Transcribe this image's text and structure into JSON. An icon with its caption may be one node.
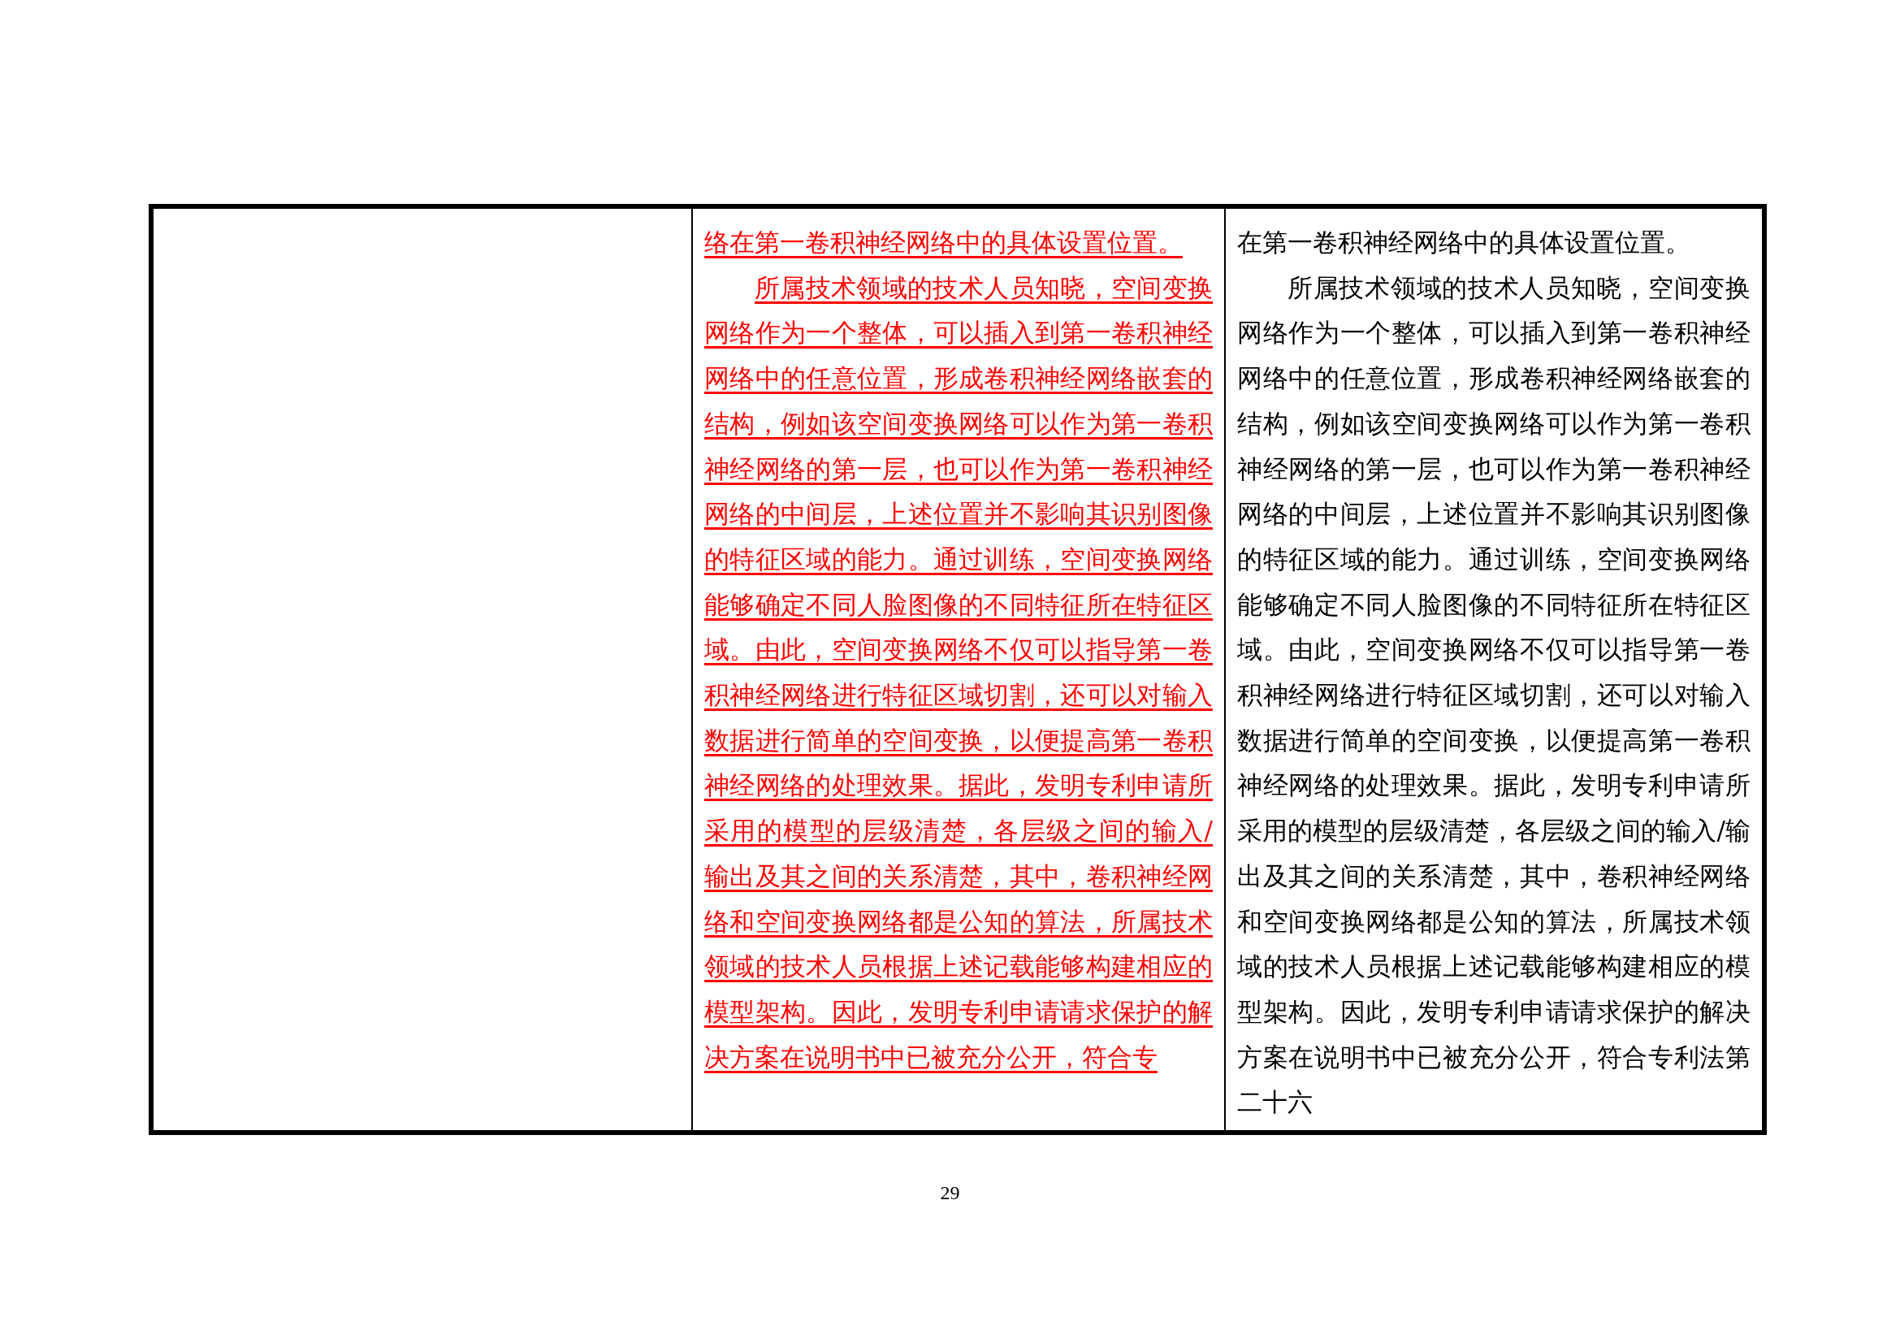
{
  "diagram": {
    "labels": [
      "络在第一卷积神经网络中的具体设置位置。",
      "所属技术领域的技术人员知晓，空间变换网络作为一个整体，可以插入到第一卷积神经网络中的任意位置，形成卷积神经网络嵌套的结构，例如该空间变换网络可以作为第一卷积神经网络的第一层，也可以作为第一卷积神经网络的中间层，上述位置并不影响其识别图像的特征区域的能力。通过训练，空间变换网络能够确定不同人脸图像的不同特征所在特征区域。由此，空间变换网络不仅可以指导第一卷积神经网络进行特征区域切割，还可以对输入数据进行简单的空间变换，以便提高第一卷积神经网络的处理效果。据此，发明专利申请所采用的模型的层级清楚，各层级之间的输入/输出及其之间的关系清楚，其中，卷积神经网络和空间变换网络都是公知的算法，所属技术领域的技术人员根据上述记载能够构建相应的模型架构。因此，发明专利申请请求保护的解决方案在说明书中已被充分公开，符合专",
      "在第一卷积神经网络中的具体设置位置。",
      "所属技术领域的技术人员知晓，空间变换网络作为一个整体，可以插入到第一卷积神经网络中的任意位置，形成卷积神经网络嵌套的结构，例如该空间变换网络可以作为第一卷积神经网络的第一层，也可以作为第一卷积神经网络的中间层，上述位置并不影响其识别图像的特征区域的能力。通过训练，空间变换网络能够确定不同人脸图像的不同特征所在特征区域。由此，空间变换网络不仅可以指导第一卷积神经网络进行特征区域切割，还可以对输入数据进行简单的空间变换，以便提高第一卷积神经网络的处理效果。据此，发明专利申请所采用的模型的层级清楚，各层级之间的输入/输出及其之间的关系清楚，其中，卷积神经网络和空间变换网络都是公知的算法，所属技术领域的技术人员根据上述记载能够构建相应的模型架构。因此，发明专利申请请求保护的解决方案在说明书中已被充分公开，符合专利法第二十六",
      "29"
    ]
  }
}
